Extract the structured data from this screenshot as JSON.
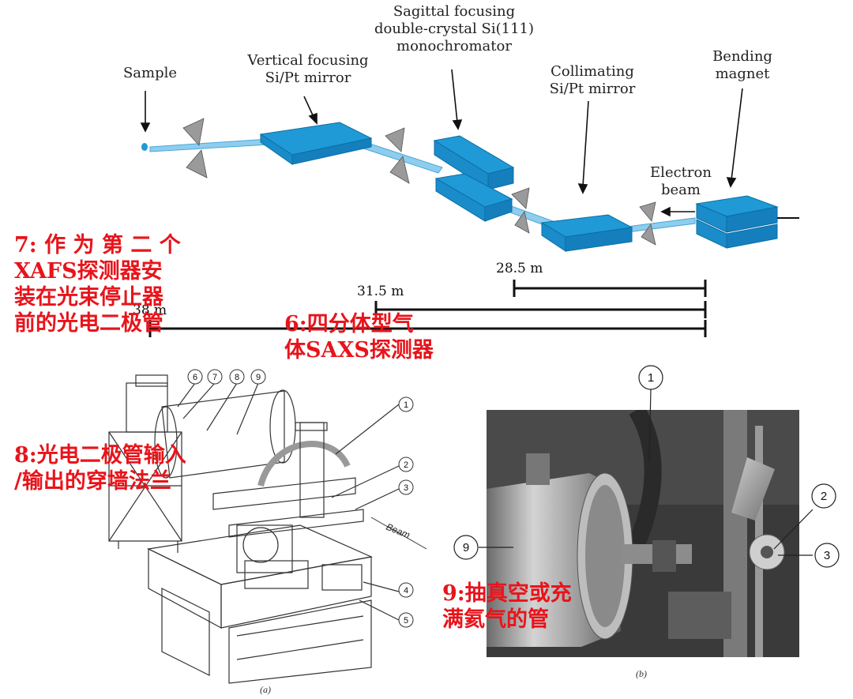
{
  "beamline": {
    "labels": {
      "sample": "Sample",
      "vertical_mirror": "Vertical focusing\nSi/Pt mirror",
      "monochromator": "Sagittal focusing\ndouble-crystal Si(111)\nmonochromator",
      "collimating_mirror": "Collimating\nSi/Pt mirror",
      "bending_magnet": "Bending\nmagnet",
      "electron_beam": "Electron\nbeam"
    },
    "distances": [
      "28.5 m",
      "31.5 m",
      "38 m"
    ]
  },
  "annotations": {
    "note7": "7: 作 为 第 二 个\nXAFS探测器安\n装在光束停止器\n前的光电二极管",
    "note6": "6:四分体型气\n体SAXS探测器",
    "note8": "8:光电二极管输入\n/输出的穿墙法兰",
    "note9": "9:抽真空或充\n满氦气的管"
  },
  "panel_a": {
    "callouts": [
      "6",
      "7",
      "8",
      "9",
      "1",
      "2",
      "3",
      "4",
      "5"
    ],
    "beam_label": "Beam",
    "caption": "(a)"
  },
  "panel_b": {
    "callouts": [
      "1",
      "2",
      "3",
      "9"
    ],
    "caption": "(b)"
  },
  "colors": {
    "mirror_blue": "#1f9ad6",
    "beam_blue": "#7cc4ea",
    "annotation_red": "#e8141b"
  }
}
